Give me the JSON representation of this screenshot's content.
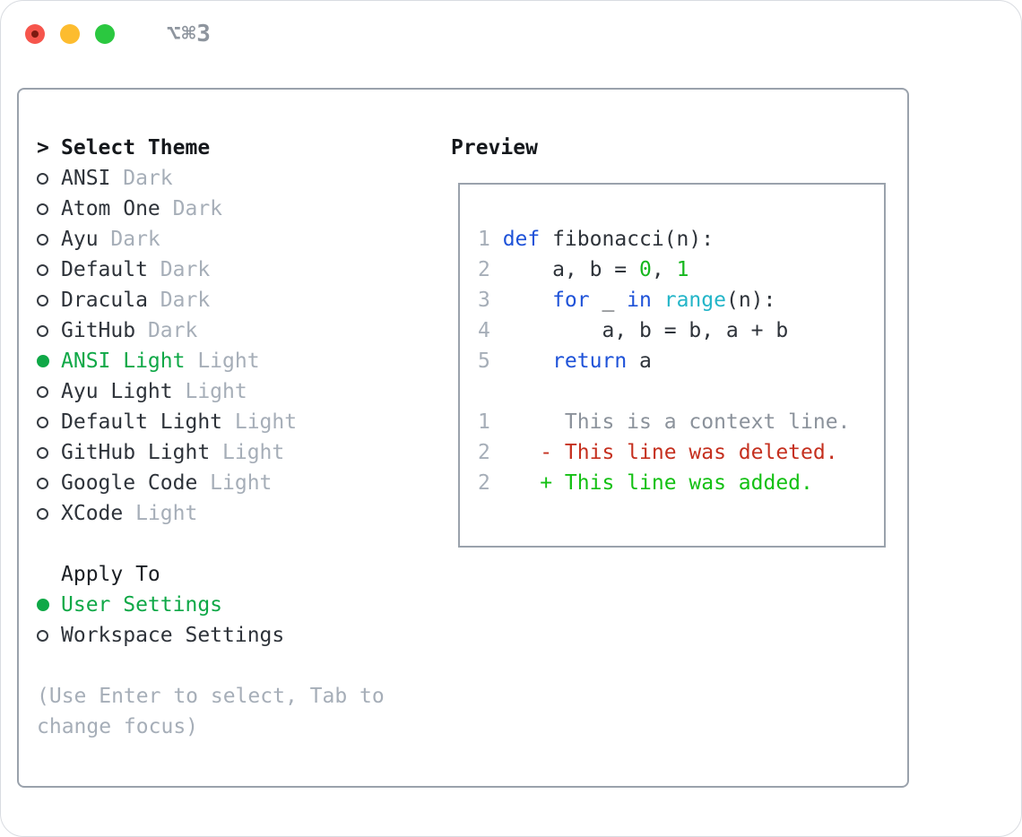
{
  "window": {
    "title": "⌥⌘3"
  },
  "theme_list": {
    "header_prefix": ">",
    "header": "Select Theme",
    "items": [
      {
        "name": "ANSI",
        "tag": "Dark",
        "selected": false
      },
      {
        "name": "Atom One",
        "tag": "Dark",
        "selected": false
      },
      {
        "name": "Ayu",
        "tag": "Dark",
        "selected": false
      },
      {
        "name": "Default",
        "tag": "Dark",
        "selected": false
      },
      {
        "name": "Dracula",
        "tag": "Dark",
        "selected": false
      },
      {
        "name": "GitHub",
        "tag": "Dark",
        "selected": false
      },
      {
        "name": "ANSI Light",
        "tag": "Light",
        "selected": true
      },
      {
        "name": "Ayu Light",
        "tag": "Light",
        "selected": false
      },
      {
        "name": "Default Light",
        "tag": "Light",
        "selected": false
      },
      {
        "name": "GitHub Light",
        "tag": "Light",
        "selected": false
      },
      {
        "name": "Google Code",
        "tag": "Light",
        "selected": false
      },
      {
        "name": "XCode",
        "tag": "Light",
        "selected": false
      }
    ]
  },
  "apply_to": {
    "header": "Apply To",
    "options": [
      {
        "name": "User Settings",
        "selected": true
      },
      {
        "name": "Workspace Settings",
        "selected": false
      }
    ]
  },
  "help": {
    "line1": "(Use Enter to select, Tab to",
    "line2": "change focus)"
  },
  "preview": {
    "header": "Preview",
    "rows": [
      {
        "num": "1",
        "tokens": [
          [
            "def",
            "kw"
          ],
          [
            " fibonacci(n):",
            "fg"
          ]
        ]
      },
      {
        "num": "2",
        "tokens": [
          [
            "    a, b = ",
            "fg"
          ],
          [
            "0",
            "lit"
          ],
          [
            ", ",
            "fg"
          ],
          [
            "1",
            "lit"
          ]
        ]
      },
      {
        "num": "3",
        "tokens": [
          [
            "    ",
            "fg"
          ],
          [
            "for",
            "kw"
          ],
          [
            " _ ",
            "fg"
          ],
          [
            "in",
            "kw"
          ],
          [
            " ",
            "fg"
          ],
          [
            "range",
            "fn"
          ],
          [
            "(n):",
            "fg"
          ]
        ]
      },
      {
        "num": "4",
        "tokens": [
          [
            "        a, b = b, a + b",
            "fg"
          ]
        ]
      },
      {
        "num": "5",
        "tokens": [
          [
            "    ",
            "fg"
          ],
          [
            "return",
            "kw"
          ],
          [
            " a",
            "fg"
          ]
        ]
      },
      {
        "blank": true
      },
      {
        "num": "1",
        "tokens": [
          [
            "     This is a context line.",
            "ctx"
          ]
        ]
      },
      {
        "num": "2",
        "tokens": [
          [
            "   - This line was deleted.",
            "del"
          ]
        ]
      },
      {
        "num": "2",
        "tokens": [
          [
            "   + This line was added.",
            "add"
          ]
        ]
      }
    ]
  },
  "colors": {
    "selection_green": "#0fa847",
    "keyword_blue": "#1e52d8",
    "function_cyan": "#23b5c8",
    "literal_green": "#16b71e",
    "added_green": "#13c013",
    "deleted_red": "#c5301f",
    "context_gray": "#8b929b",
    "muted_gray": "#a6aeb8",
    "panel_border": "#9aa2ac",
    "traffic_red": "#f6554c",
    "traffic_yellow": "#fdbc2f",
    "traffic_green": "#2bc840"
  }
}
